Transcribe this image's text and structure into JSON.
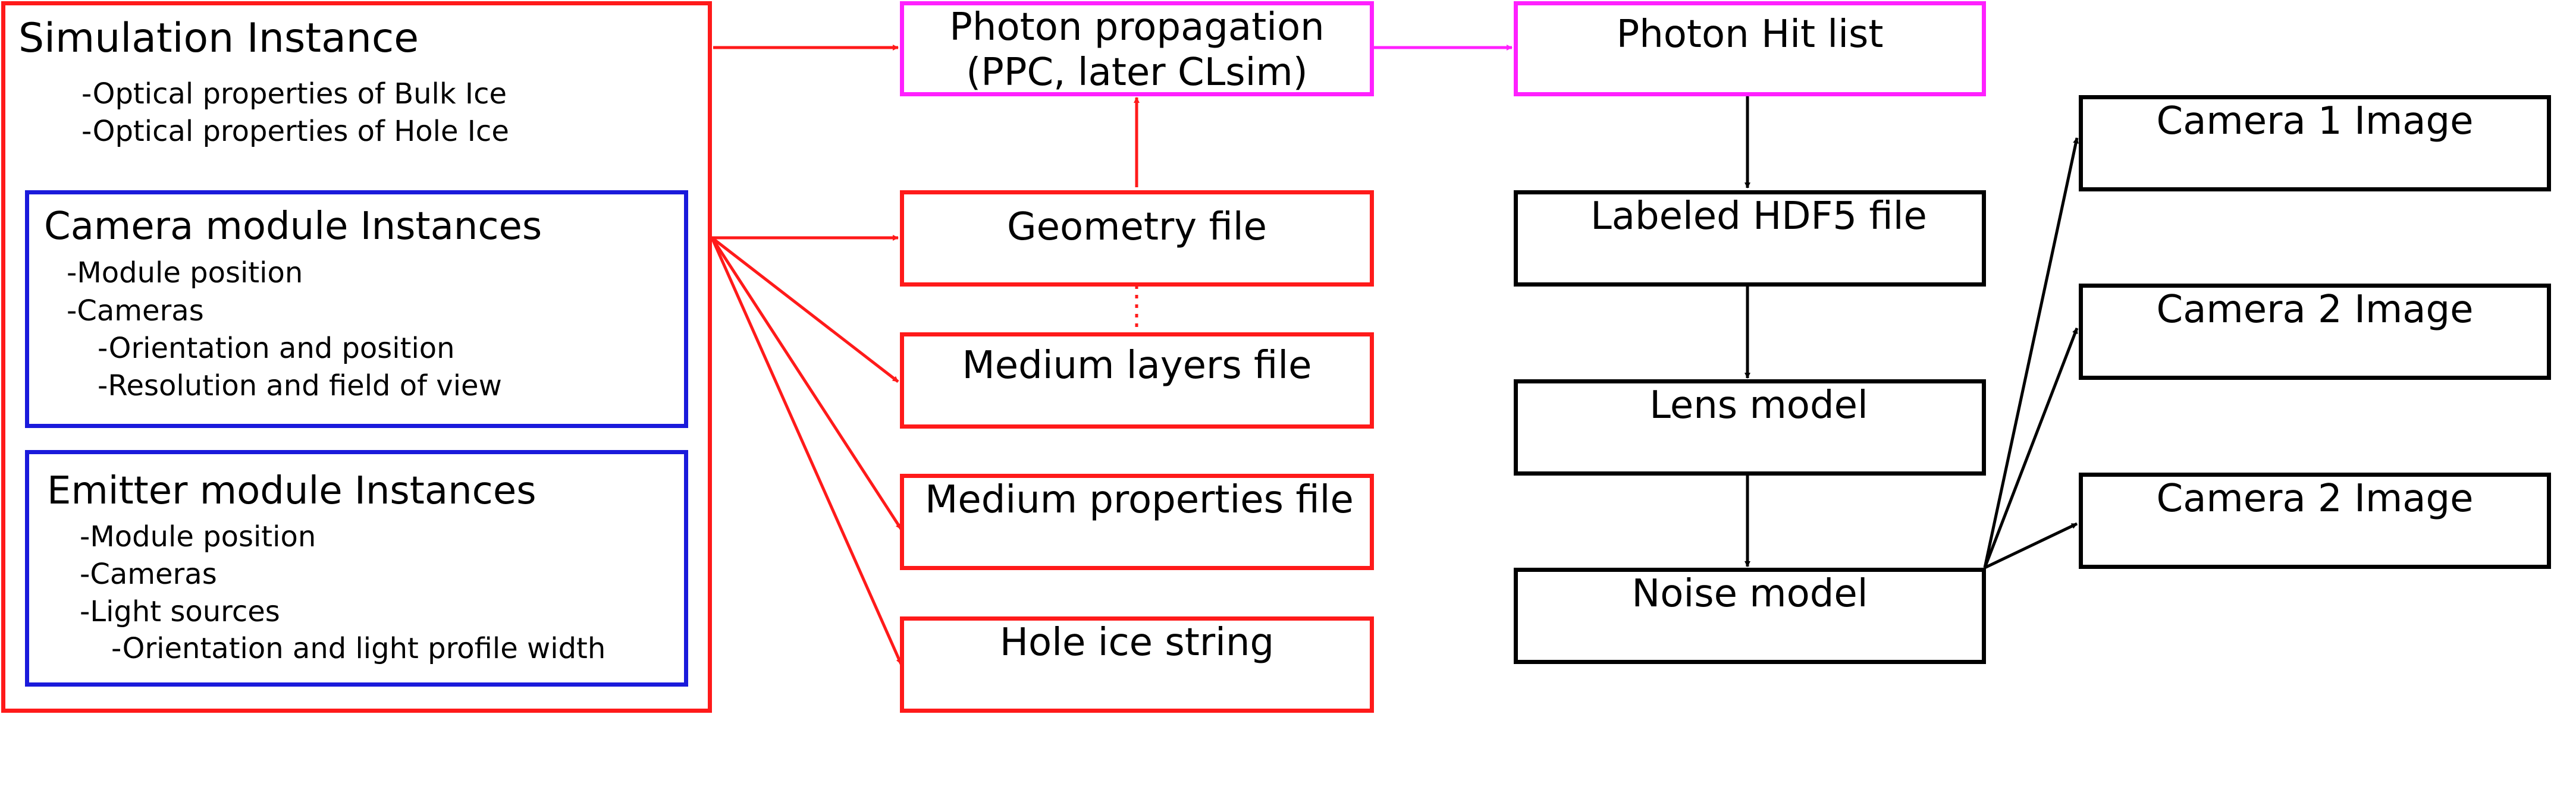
{
  "colors": {
    "red": "#ff1a1a",
    "magenta": "#ff20ff",
    "blue": "#1a1adb",
    "black": "#000000"
  },
  "simulation": {
    "title": "Simulation Instance",
    "properties": [
      "-Optical properties of Bulk Ice",
      "-Optical properties of Hole Ice"
    ],
    "camera_modules": {
      "title": "Camera module Instances",
      "items": [
        "-Module position",
        "-Cameras",
        "-Orientation and position",
        "-Resolution and field of view"
      ]
    },
    "emitter_modules": {
      "title": "Emitter module Instances",
      "items": [
        "-Module position",
        "-Cameras",
        "-Light sources",
        "-Orientation and light profile width"
      ]
    }
  },
  "files": {
    "photon_propagation": {
      "line1": "Photon propagation",
      "line2": "(PPC, later CLsim)"
    },
    "geometry": "Geometry file",
    "medium_layers": "Medium layers file",
    "medium_properties": "Medium properties file",
    "hole_ice": "Hole ice string"
  },
  "pipeline": {
    "photon_hit_list": "Photon Hit list",
    "labeled_hdf5": "Labeled HDF5 file",
    "lens_model": "Lens model",
    "noise_model": "Noise model"
  },
  "outputs": [
    "Camera 1 Image",
    "Camera 2 Image",
    "Camera 2 Image"
  ]
}
